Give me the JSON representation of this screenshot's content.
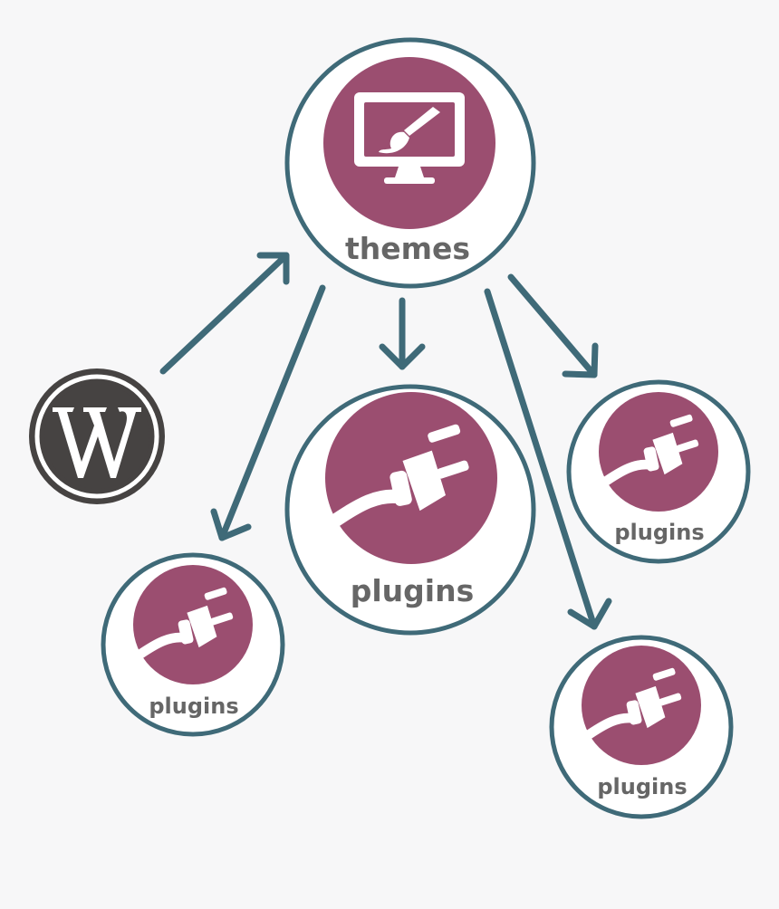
{
  "colors": {
    "background": "#f7f7f8",
    "ring": "#3f6a78",
    "arrow": "#3f6a78",
    "disc": "#9b4e70",
    "label": "#666666",
    "wordpress": "#464342",
    "icon_fill": "#ffffff"
  },
  "nodes": {
    "themes": {
      "label": "themes",
      "icon": "monitor-paintbrush-icon"
    },
    "plugins_center": {
      "label": "plugins",
      "icon": "plug-icon"
    },
    "plugins_left": {
      "label": "plugins",
      "icon": "plug-icon"
    },
    "plugins_right_top": {
      "label": "plugins",
      "icon": "plug-icon"
    },
    "plugins_right_bottom": {
      "label": "plugins",
      "icon": "plug-icon"
    },
    "wordpress": {
      "icon": "wordpress-logo-icon"
    }
  },
  "edges": [
    {
      "from": "wordpress",
      "to": "themes"
    },
    {
      "from": "themes",
      "to": "plugins_left"
    },
    {
      "from": "themes",
      "to": "plugins_center"
    },
    {
      "from": "themes",
      "to": "plugins_right_top"
    },
    {
      "from": "themes",
      "to": "plugins_right_bottom"
    }
  ]
}
